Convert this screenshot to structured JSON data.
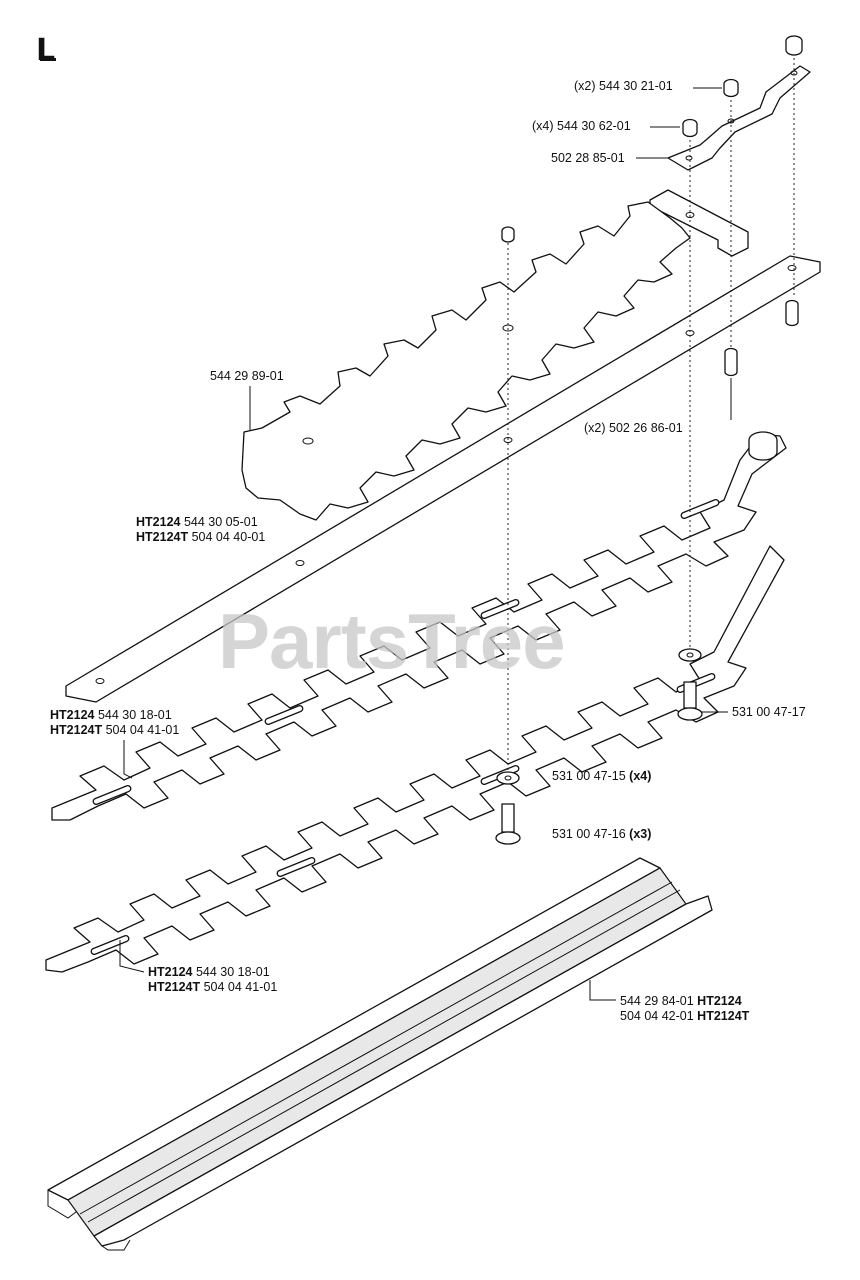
{
  "section_letter": "L",
  "watermark": "PartsTree",
  "labels": {
    "l1": {
      "qty": "(x2)",
      "num": "544 30 21-01"
    },
    "l2": {
      "qty": "(x4)",
      "num": "544 30 62-01"
    },
    "l3": {
      "num": "502 28 85-01"
    },
    "l4": {
      "num": "544 29 89-01"
    },
    "l5": {
      "qty": "(x2)",
      "num": "502 26 86-01"
    },
    "l6": {
      "model1": "HT2124",
      "num1": "544 30 05-01",
      "model2": "HT2124T",
      "num2": "504 04 40-01"
    },
    "l7": {
      "model1": "HT2124",
      "num1": "544 30 18-01",
      "model2": "HT2124T",
      "num2": "504 04 41-01"
    },
    "l8": {
      "num": "531 00 47-17"
    },
    "l9": {
      "num": "531 00 47-15",
      "qty": "(x4)"
    },
    "l10": {
      "num": "531 00 47-16",
      "qty": "(x3)"
    },
    "l11": {
      "model1": "HT2124",
      "num1": "544 30 18-01",
      "model2": "HT2124T",
      "num2": "504 04 41-01"
    },
    "l12": {
      "num1": "544 29 84-01",
      "model1": "HT2124",
      "num2": "504 04 42-01",
      "model2": "HT2124T"
    }
  }
}
